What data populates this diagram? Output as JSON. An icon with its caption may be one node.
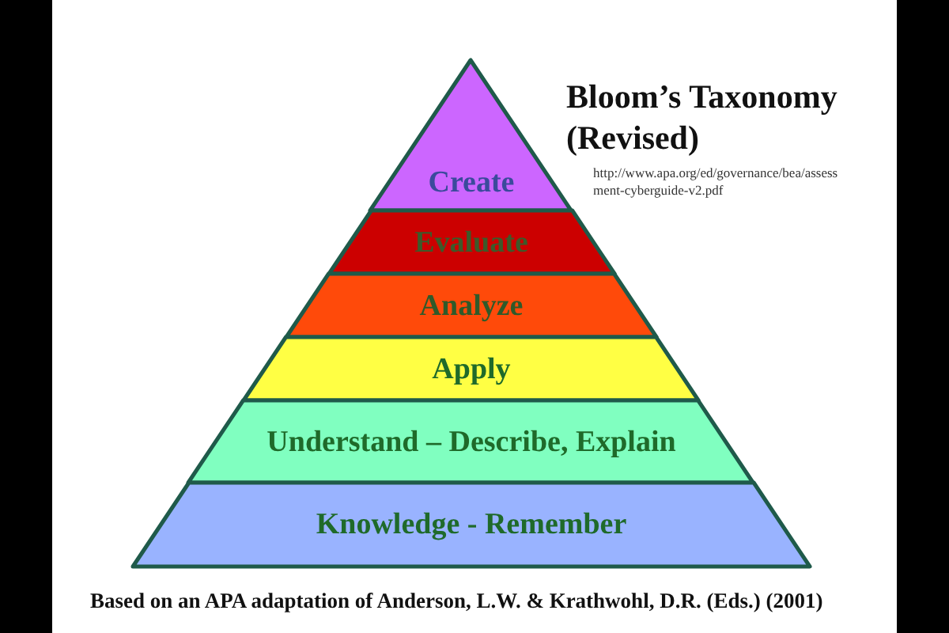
{
  "diagram": {
    "title": "Bloom’s Taxonomy (Revised)",
    "caption": "Based on an APA adaptation of Anderson, L.W. & Krathwohl, D.R. (Eds.) (2001)",
    "nodes": [
      {
        "text": [
          "Create"
        ]
      },
      {
        "text": [
          "Evaluate"
        ]
      },
      {
        "text": [
          "Analyze"
        ]
      },
      {
        "text": [
          "Apply"
        ]
      },
      {
        "text": [
          "Understand – Describe, Explain"
        ]
      },
      {
        "text": [
          "Knowledge - Remember"
        ]
      }
    ],
    "labels": [
      "http://www.apa.org/ed/governance/bea/assessment-cyberguide-v2.pdf"
    ]
  }
}
